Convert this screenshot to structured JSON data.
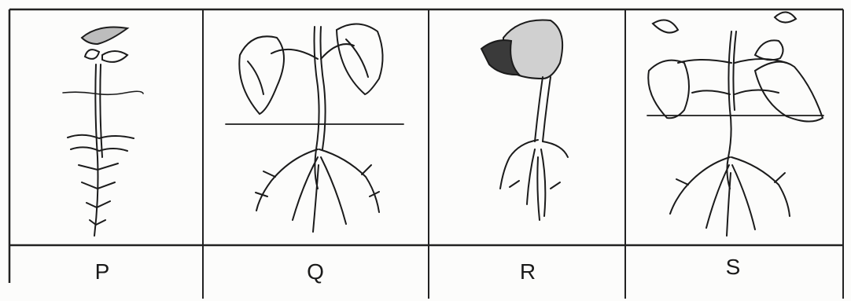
{
  "labels": [
    "P",
    "Q",
    "R",
    "S"
  ],
  "colors": {
    "ink": "#1b1b1b",
    "paper": "#fcfcfb",
    "grid": "#2a2a2a"
  }
}
